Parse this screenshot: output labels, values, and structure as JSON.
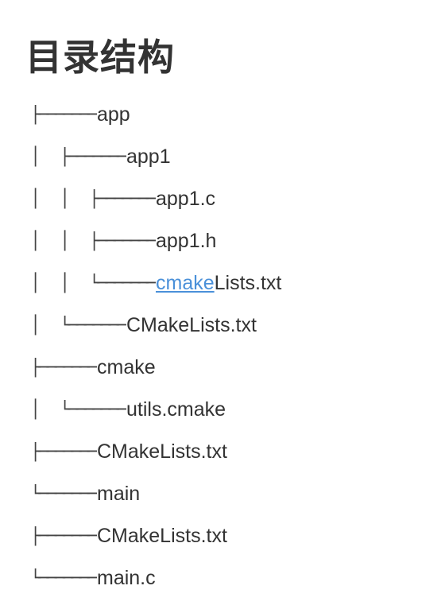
{
  "title": "目录结构",
  "tree": {
    "pipe": "│",
    "tee": "├───────",
    "elbow": "└───────",
    "items": [
      {
        "name": "app"
      },
      {
        "name": "app1"
      },
      {
        "name": "app1.c"
      },
      {
        "name": "app1.h"
      },
      {
        "link": "cmake",
        "rest": "Lists.txt"
      },
      {
        "name": "CMakeLists.txt"
      },
      {
        "name": "cmake"
      },
      {
        "name": "utils.cmake"
      },
      {
        "name": "CMakeLists.txt"
      },
      {
        "name": "main"
      },
      {
        "name": "CMakeLists.txt"
      },
      {
        "name": "main.c"
      }
    ]
  }
}
